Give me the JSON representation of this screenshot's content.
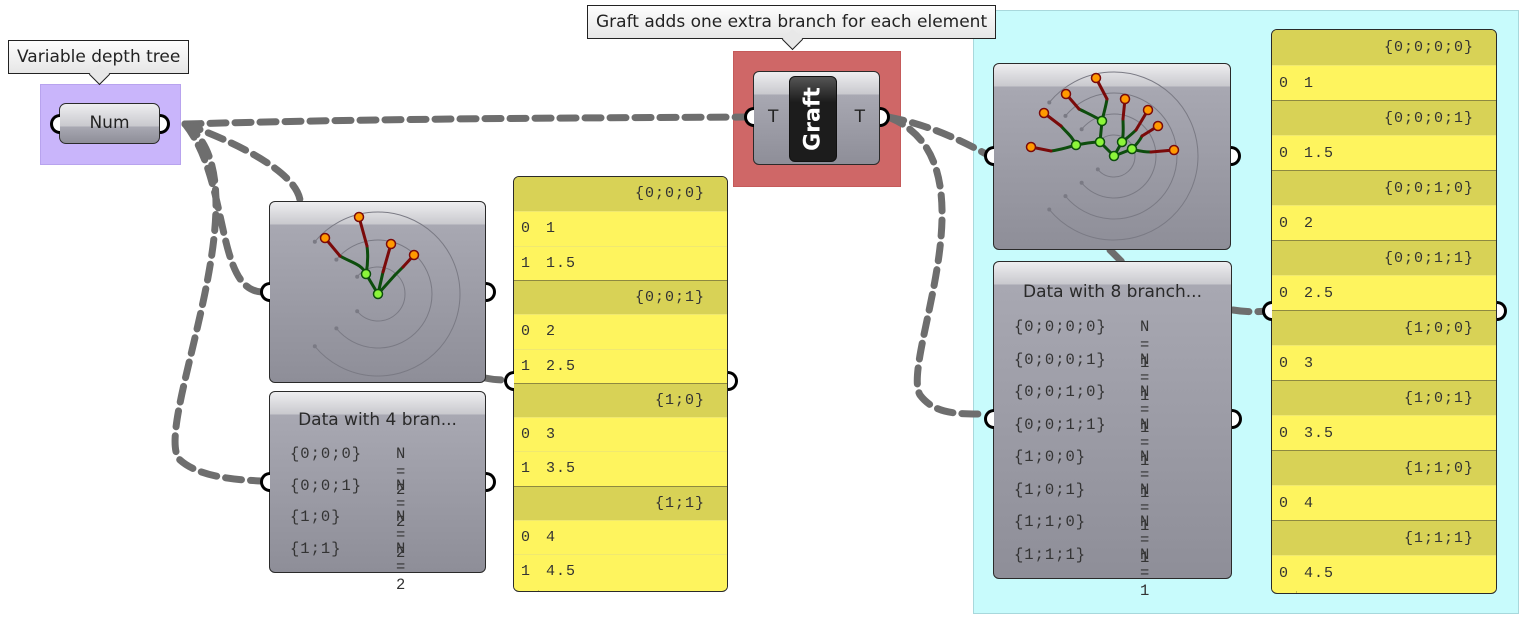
{
  "canvas": {
    "background": "#ffffff",
    "groups": [
      {
        "name": "num-group",
        "color": "#c9b5fb"
      },
      {
        "name": "graft-group",
        "color": "#cf6767"
      },
      {
        "name": "output-group",
        "color": "#c8fbfc"
      }
    ]
  },
  "bubbles": {
    "variable_depth": "Variable depth tree",
    "graft_note": "Graft adds one extra branch for each element"
  },
  "num_param": {
    "label": "Num"
  },
  "graft_component": {
    "label": "Graft",
    "input": "T",
    "output": "T"
  },
  "left_panel": {
    "title": "Data with 4 bran...",
    "rows": [
      {
        "path": "{0;0;0}",
        "count": "N = 2"
      },
      {
        "path": "{0;0;1}",
        "count": "N = 2"
      },
      {
        "path": "{1;0}",
        "count": "N = 2"
      },
      {
        "path": "{1;1}",
        "count": "N = 2"
      }
    ]
  },
  "left_viewer": {
    "branches": [
      {
        "path": "{0;0;0}",
        "items": [
          {
            "index": "0",
            "value": "1"
          },
          {
            "index": "1",
            "value": "1.5"
          }
        ]
      },
      {
        "path": "{0;0;1}",
        "items": [
          {
            "index": "0",
            "value": "2"
          },
          {
            "index": "1",
            "value": "2.5"
          }
        ]
      },
      {
        "path": "{1;0}",
        "items": [
          {
            "index": "0",
            "value": "3"
          },
          {
            "index": "1",
            "value": "3.5"
          }
        ]
      },
      {
        "path": "{1;1}",
        "items": [
          {
            "index": "0",
            "value": "4"
          },
          {
            "index": "1",
            "value": "4.5"
          }
        ]
      }
    ]
  },
  "right_panel": {
    "title": "Data with 8 branch...",
    "rows": [
      {
        "path": "{0;0;0;0}",
        "count": "N = 1"
      },
      {
        "path": "{0;0;0;1}",
        "count": "N = 1"
      },
      {
        "path": "{0;0;1;0}",
        "count": "N = 1"
      },
      {
        "path": "{0;0;1;1}",
        "count": "N = 1"
      },
      {
        "path": "{1;0;0}",
        "count": "N = 1"
      },
      {
        "path": "{1;0;1}",
        "count": "N = 1"
      },
      {
        "path": "{1;1;0}",
        "count": "N = 1"
      },
      {
        "path": "{1;1;1}",
        "count": "N = 1"
      }
    ]
  },
  "right_viewer": {
    "branches": [
      {
        "path": "{0;0;0;0}",
        "items": [
          {
            "index": "0",
            "value": "1"
          }
        ]
      },
      {
        "path": "{0;0;0;1}",
        "items": [
          {
            "index": "0",
            "value": "1.5"
          }
        ]
      },
      {
        "path": "{0;0;1;0}",
        "items": [
          {
            "index": "0",
            "value": "2"
          }
        ]
      },
      {
        "path": "{0;0;1;1}",
        "items": [
          {
            "index": "0",
            "value": "2.5"
          }
        ]
      },
      {
        "path": "{1;0;0}",
        "items": [
          {
            "index": "0",
            "value": "3"
          }
        ]
      },
      {
        "path": "{1;0;1}",
        "items": [
          {
            "index": "0",
            "value": "3.5"
          }
        ]
      },
      {
        "path": "{1;1;0}",
        "items": [
          {
            "index": "0",
            "value": "4"
          }
        ]
      },
      {
        "path": "{1;1;1}",
        "items": [
          {
            "index": "0",
            "value": "4.5"
          }
        ]
      }
    ]
  },
  "colors": {
    "wire": "#6e6e6e",
    "branch_green": "#0d4d0d",
    "branch_red": "#7a0a0a",
    "node_green": "#8cf53a",
    "leaf_orange": "#ff9a00",
    "panel_yellow": "#fdf661",
    "panel_header": "#d8d256"
  }
}
